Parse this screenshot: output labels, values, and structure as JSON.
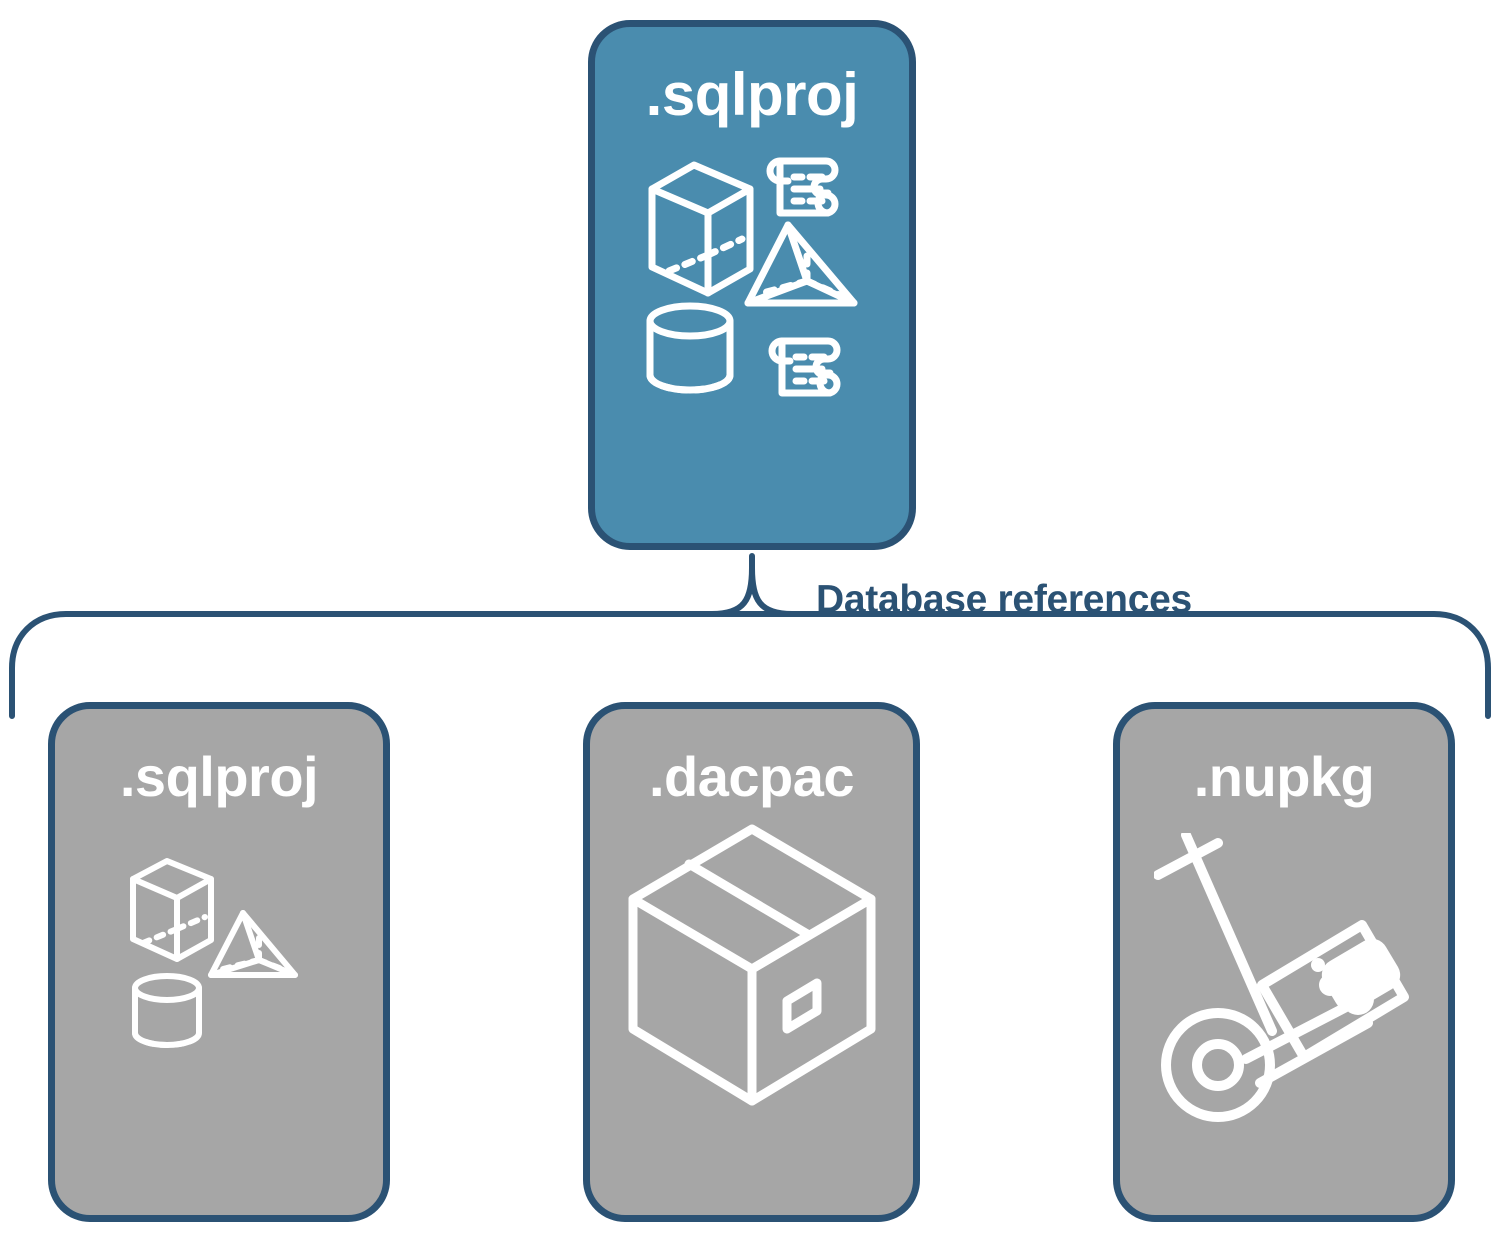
{
  "diagram": {
    "title_text": "Database references",
    "colors": {
      "primary_fill": "#4a8cae",
      "secondary_fill": "#a6a6a6",
      "outline": "#2b5274",
      "icon_stroke": "#ffffff",
      "background": "#ffffff"
    }
  },
  "top_node": {
    "label": ".sqlproj",
    "fill": "#4a8cae",
    "icons": [
      "cube-icon",
      "scroll-icon",
      "pyramid-icon",
      "cylinder-icon",
      "scroll-icon"
    ]
  },
  "connector": {
    "label": "Database references",
    "style": "brace",
    "color": "#2b5274"
  },
  "reference_nodes": [
    {
      "label": ".sqlproj",
      "fill": "#a6a6a6",
      "icons": [
        "cube-icon",
        "pyramid-icon",
        "cylinder-icon"
      ]
    },
    {
      "label": ".dacpac",
      "fill": "#a6a6a6",
      "icons": [
        "package-box-icon"
      ]
    },
    {
      "label": ".nupkg",
      "fill": "#a6a6a6",
      "icons": [
        "hand-truck-icon",
        "nuget-package-icon"
      ]
    }
  ]
}
